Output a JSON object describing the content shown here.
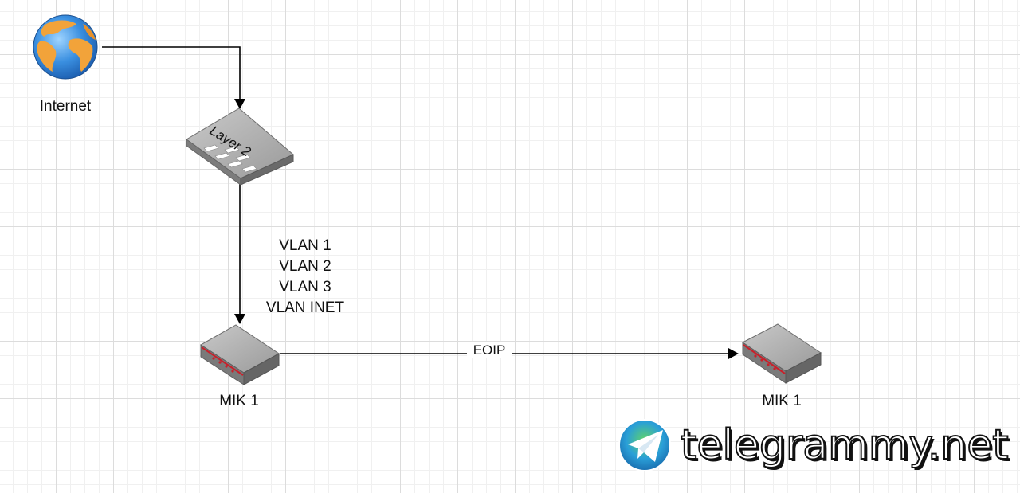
{
  "nodes": {
    "internet": {
      "label": "Internet",
      "icon": "globe-icon"
    },
    "switch": {
      "label": "Layer 2",
      "icon": "switch-icon"
    },
    "router_left": {
      "label": "MIK 1",
      "icon": "router-icon"
    },
    "router_right": {
      "label": "MIK 1",
      "icon": "router-icon"
    }
  },
  "edges": {
    "switch_to_router": {
      "labels": [
        "VLAN 1",
        "VLAN 2",
        "VLAN 3",
        "VLAN INET"
      ]
    },
    "router_to_router": {
      "label": "EOIP"
    }
  },
  "watermark": {
    "text": "telegrammy.net",
    "icon": "telegram-logo-icon"
  },
  "colors": {
    "router_accent": "#c8202a",
    "device_gray": "#8d8d8d",
    "line": "#000000"
  }
}
